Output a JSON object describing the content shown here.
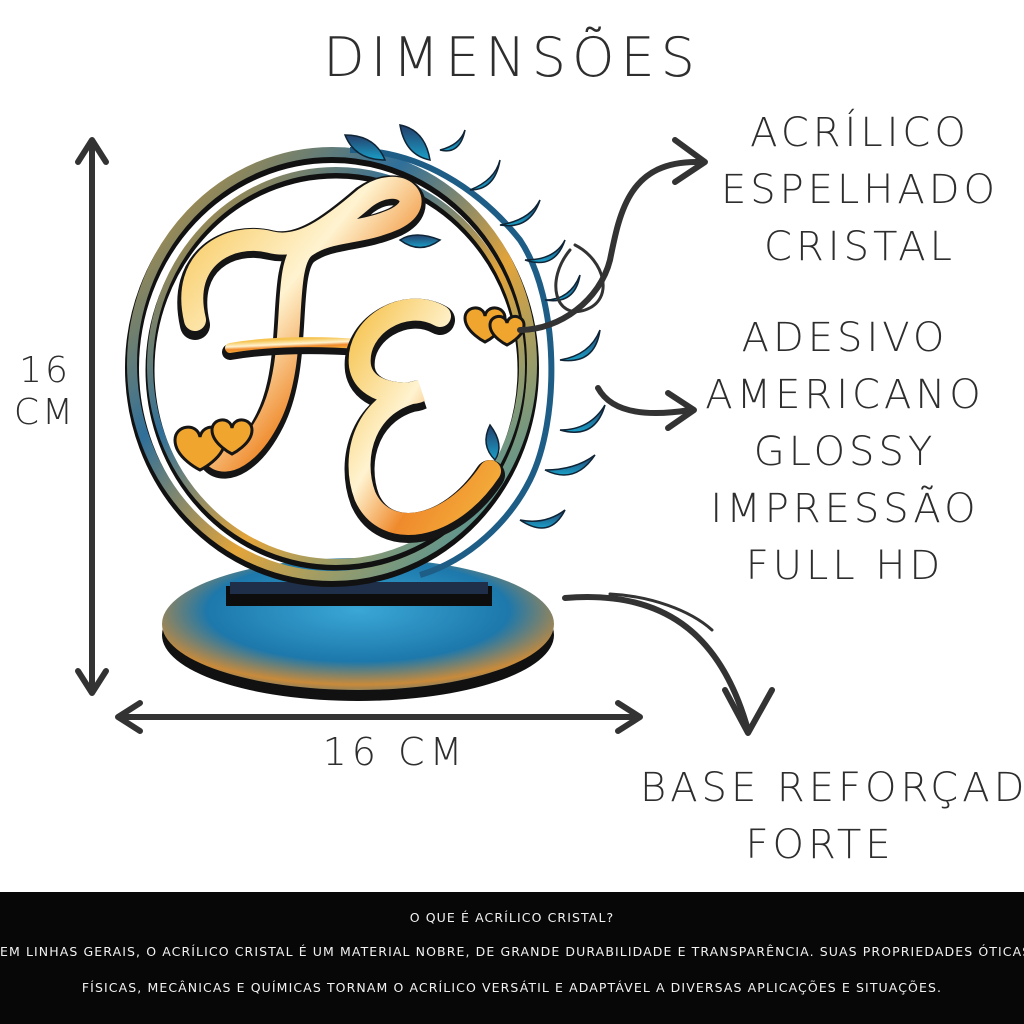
{
  "title": "DIMENSÕES",
  "dimensions": {
    "height_line1": "16",
    "height_line2": "CM",
    "width": "16 CM"
  },
  "callouts": {
    "material": [
      "ACRÍLICO",
      "ESPELHADO",
      "CRISTAL"
    ],
    "print": [
      "ADESIVO",
      "AMERICANO",
      "GLOSSY",
      "IMPRESSÃO",
      "FULL HD"
    ],
    "base": [
      "BASE REFORÇADA",
      "FORTE"
    ]
  },
  "product": {
    "monogram_letters": "FE",
    "colors": {
      "ring_blue": "#1f7fb0",
      "ring_gold": "#e8a22a",
      "mirror_orange": "#f08a2c",
      "base_blue": "#2a8fc0"
    }
  },
  "footer": {
    "question": "O QUE É ACRÍLICO CRISTAL?",
    "line1": "EM LINHAS GERAIS, O ACRÍLICO CRISTAL É UM MATERIAL NOBRE, DE GRANDE DURABILIDADE E TRANSPARÊNCIA.  SUAS PROPRIEDADES ÓTICAS,",
    "line2": "FÍSICAS, MECÂNICAS E QUÍMICAS TORNAM O ACRÍLICO VERSÁTIL E ADAPTÁVEL A DIVERSAS APLICAÇÕES E SITUAÇÕES."
  }
}
